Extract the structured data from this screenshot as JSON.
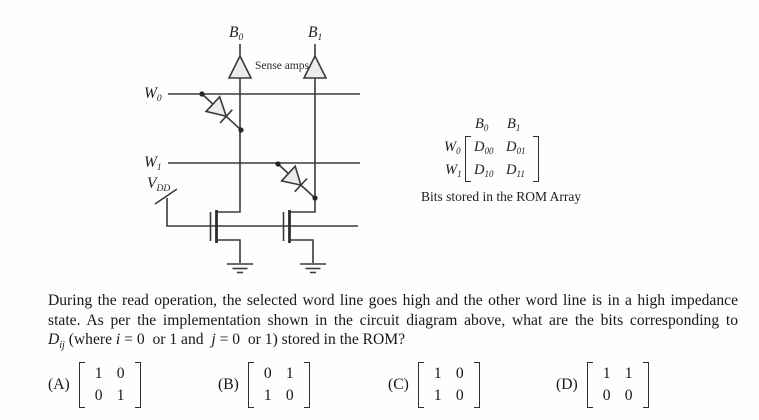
{
  "circuit": {
    "sense_amps_label": "Sense amps",
    "b0": {
      "base": "B",
      "sub": "0"
    },
    "b1": {
      "base": "B",
      "sub": "1"
    },
    "w0": {
      "base": "W",
      "sub": "0"
    },
    "w1": {
      "base": "W",
      "sub": "1"
    },
    "vdd": {
      "base": "V",
      "sub": "DD"
    }
  },
  "rom_table": {
    "col0": {
      "base": "B",
      "sub": "0"
    },
    "col1": {
      "base": "B",
      "sub": "1"
    },
    "row0": {
      "base": "W",
      "sub": "0"
    },
    "row1": {
      "base": "W",
      "sub": "1"
    },
    "d00": {
      "base": "D",
      "sub": "00"
    },
    "d01": {
      "base": "D",
      "sub": "01"
    },
    "d10": {
      "base": "D",
      "sub": "10"
    },
    "d11": {
      "base": "D",
      "sub": "11"
    },
    "caption": "Bits stored in the ROM Array"
  },
  "question": {
    "line1": "During the read operation, the selected word line goes high and the other word line is in a high impedance",
    "line2": "state. As per the implementation shown in the circuit diagram above, what are the bits corresponding to",
    "formula": {
      "base": "D",
      "sub": "ij"
    },
    "line3_part1": " (where ",
    "var_i": "i",
    "line3_part2": " = 0  or 1 and  ",
    "var_j": "j",
    "line3_part3": " = 0  or 1) stored in the ROM?"
  },
  "answers": [
    {
      "label": "(A)",
      "m": [
        [
          "1",
          "0"
        ],
        [
          "0",
          "1"
        ]
      ]
    },
    {
      "label": "(B)",
      "m": [
        [
          "0",
          "1"
        ],
        [
          "1",
          "0"
        ]
      ]
    },
    {
      "label": "(C)",
      "m": [
        [
          "1",
          "0"
        ],
        [
          "1",
          "0"
        ]
      ]
    },
    {
      "label": "(D)",
      "m": [
        [
          "1",
          "1"
        ],
        [
          "0",
          "0"
        ]
      ]
    }
  ],
  "colors": {
    "ink": "#1e1e1e",
    "line": "#3a3a3a",
    "diode_fill": "#ececec"
  }
}
